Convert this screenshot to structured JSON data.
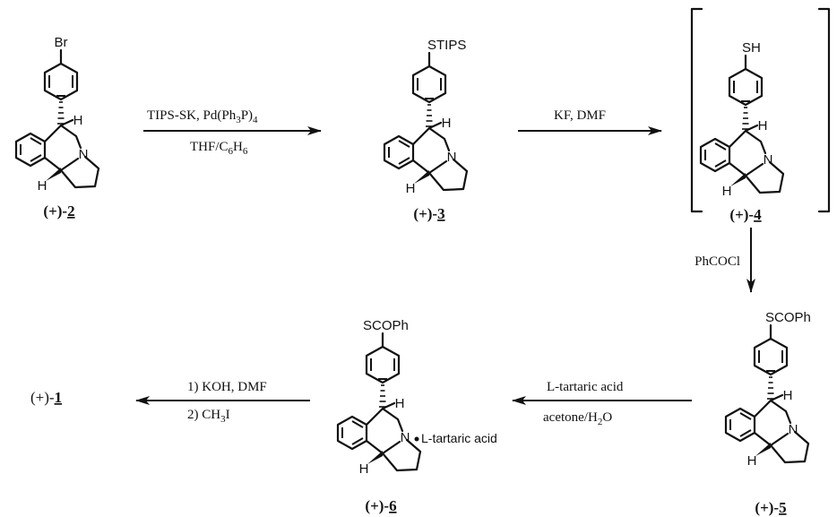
{
  "compounds": {
    "c2": {
      "sub": "Br",
      "label_pre": "(+)-",
      "label_num": "2"
    },
    "c3": {
      "sub": "STIPS",
      "label_pre": "(+)-",
      "label_num": "3"
    },
    "c4": {
      "sub": "SH",
      "label_pre": "(+)-",
      "label_num": "4"
    },
    "c5": {
      "sub": "SCOPh",
      "label_pre": "(+)-",
      "label_num": "5"
    },
    "c6": {
      "sub": "SCOPh",
      "label_pre": "(+)-",
      "label_num": "6",
      "salt": "L-tartaric acid"
    },
    "c1": {
      "label_pre": "(+)-",
      "label_num": "1"
    }
  },
  "atoms": {
    "H": "H",
    "N": "N"
  },
  "arrows": {
    "a1": {
      "top": "TIPS-SK, Pd(Ph",
      "top_sub1": "3",
      "top_mid": "P)",
      "top_sub2": "4",
      "bot": "THF/C",
      "bot_sub1": "6",
      "bot_mid": "H",
      "bot_sub2": "6"
    },
    "a2": {
      "top": "KF, DMF"
    },
    "a3": {
      "side": "PhCOCl"
    },
    "a4": {
      "top": "L-tartaric acid",
      "bot": "acetone/H",
      "bot_sub": "2",
      "bot_end": "O"
    },
    "a5": {
      "top": "1) KOH, DMF",
      "bot": "2) CH",
      "bot_sub": "3",
      "bot_end": "I"
    }
  }
}
